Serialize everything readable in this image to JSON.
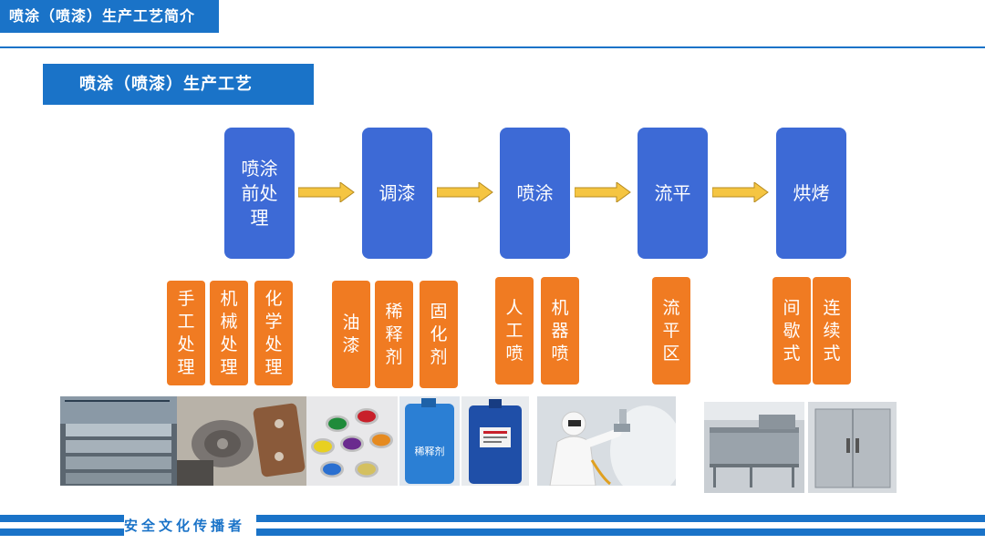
{
  "header": {
    "tab_title": "喷涂（喷漆）生产工艺简介"
  },
  "section": {
    "title": "喷涂（喷漆）生产工艺"
  },
  "process": {
    "steps": [
      {
        "label": "喷涂前处理",
        "subs": [
          "手工处理",
          "机械处理",
          "化学处理"
        ]
      },
      {
        "label": "调漆",
        "subs": [
          "油漆",
          "稀释剂",
          "固化剂"
        ]
      },
      {
        "label": "喷涂",
        "subs": [
          "人工喷",
          "机器喷"
        ]
      },
      {
        "label": "流平",
        "subs": [
          "流平区"
        ]
      },
      {
        "label": "烘烤",
        "subs": [
          "间歇式",
          "连续式"
        ]
      }
    ]
  },
  "photos": {
    "diluent_label": "稀释剂"
  },
  "footer": {
    "text": "安全文化传播者"
  },
  "colors": {
    "brand_blue": "#1a73c8",
    "step_blue": "#3d6ad6",
    "sub_orange": "#f07b22",
    "arrow_yellow": "#f5c542"
  }
}
